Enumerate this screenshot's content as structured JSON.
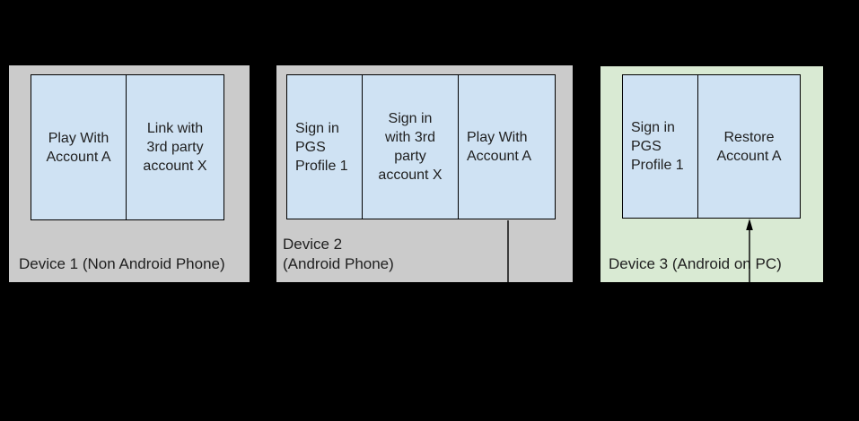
{
  "colors": {
    "background": "#000000",
    "panel-gray": "#cbcbcb",
    "panel-green": "#d9ead3",
    "box-blue": "#cfe2f3",
    "box-border": "#000000",
    "text": "#1f1f1f",
    "connector": "#000000"
  },
  "panels": [
    {
      "label": "Device 1 (Non Android Phone)",
      "variant": "gray",
      "boxes": [
        {
          "label": "Play With\nAccount A"
        },
        {
          "label": "Link with\n3rd party\naccount X"
        }
      ]
    },
    {
      "label": "Device 2\n(Android Phone)",
      "variant": "gray",
      "boxes": [
        {
          "label": "Sign in\nPGS\nProfile 1"
        },
        {
          "label": "Sign in\nwith 3rd\nparty\naccount X"
        },
        {
          "label": "Play With\nAccount A"
        }
      ]
    },
    {
      "label": "Device 3 (Android on PC)",
      "variant": "green",
      "boxes": [
        {
          "label": "Sign in\nPGS\nProfile 1"
        },
        {
          "label": "Restore\nAccount A"
        }
      ]
    }
  ],
  "connector": {
    "from": "Play With Account A (Device 2)",
    "to": "Restore Account A (Device 3)",
    "style": "black elbow line, arrowhead pointing up into Restore Account A"
  }
}
